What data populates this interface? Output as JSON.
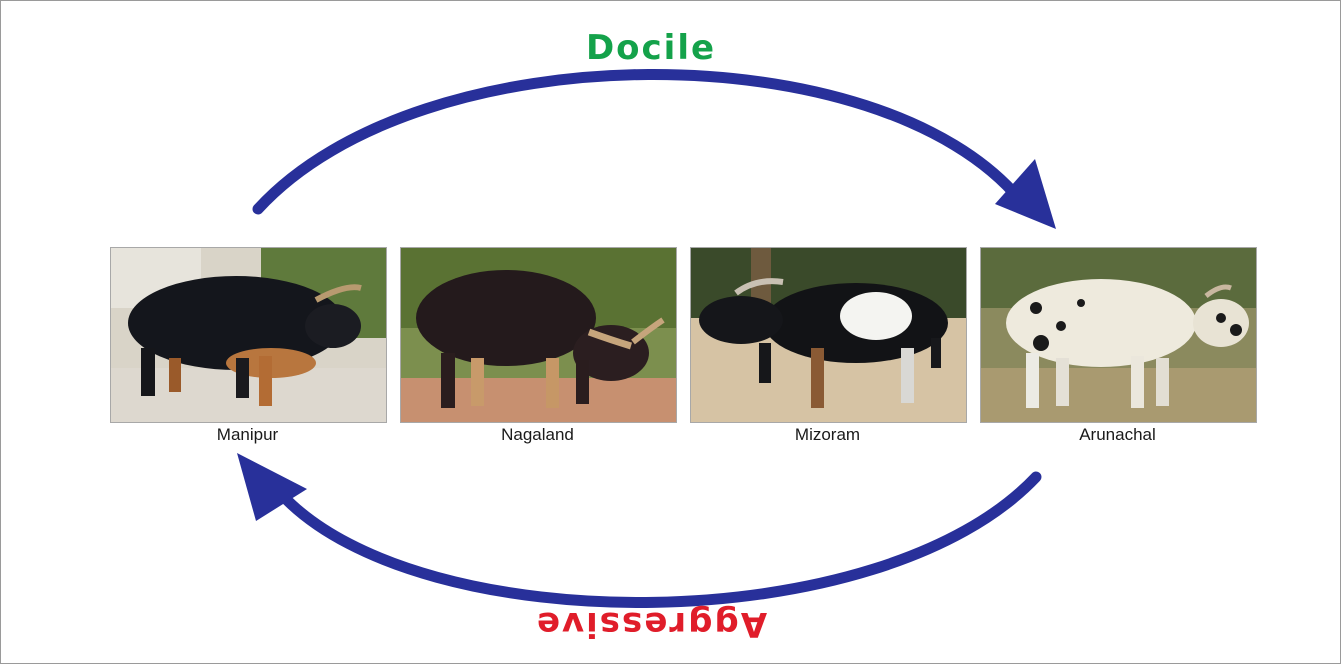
{
  "top_label": "Docile",
  "bottom_label": "Aggressive",
  "colors": {
    "arrow": "#28309a",
    "top_label": "#14a24a",
    "bottom_label": "#e01d2a"
  },
  "animals": [
    {
      "caption": "Manipur",
      "coat": "black with tan legs"
    },
    {
      "caption": "Nagaland",
      "coat": "dark brown"
    },
    {
      "caption": "Mizoram",
      "coat": "black with white patch"
    },
    {
      "caption": "Arunachal",
      "coat": "white with black spots"
    }
  ]
}
